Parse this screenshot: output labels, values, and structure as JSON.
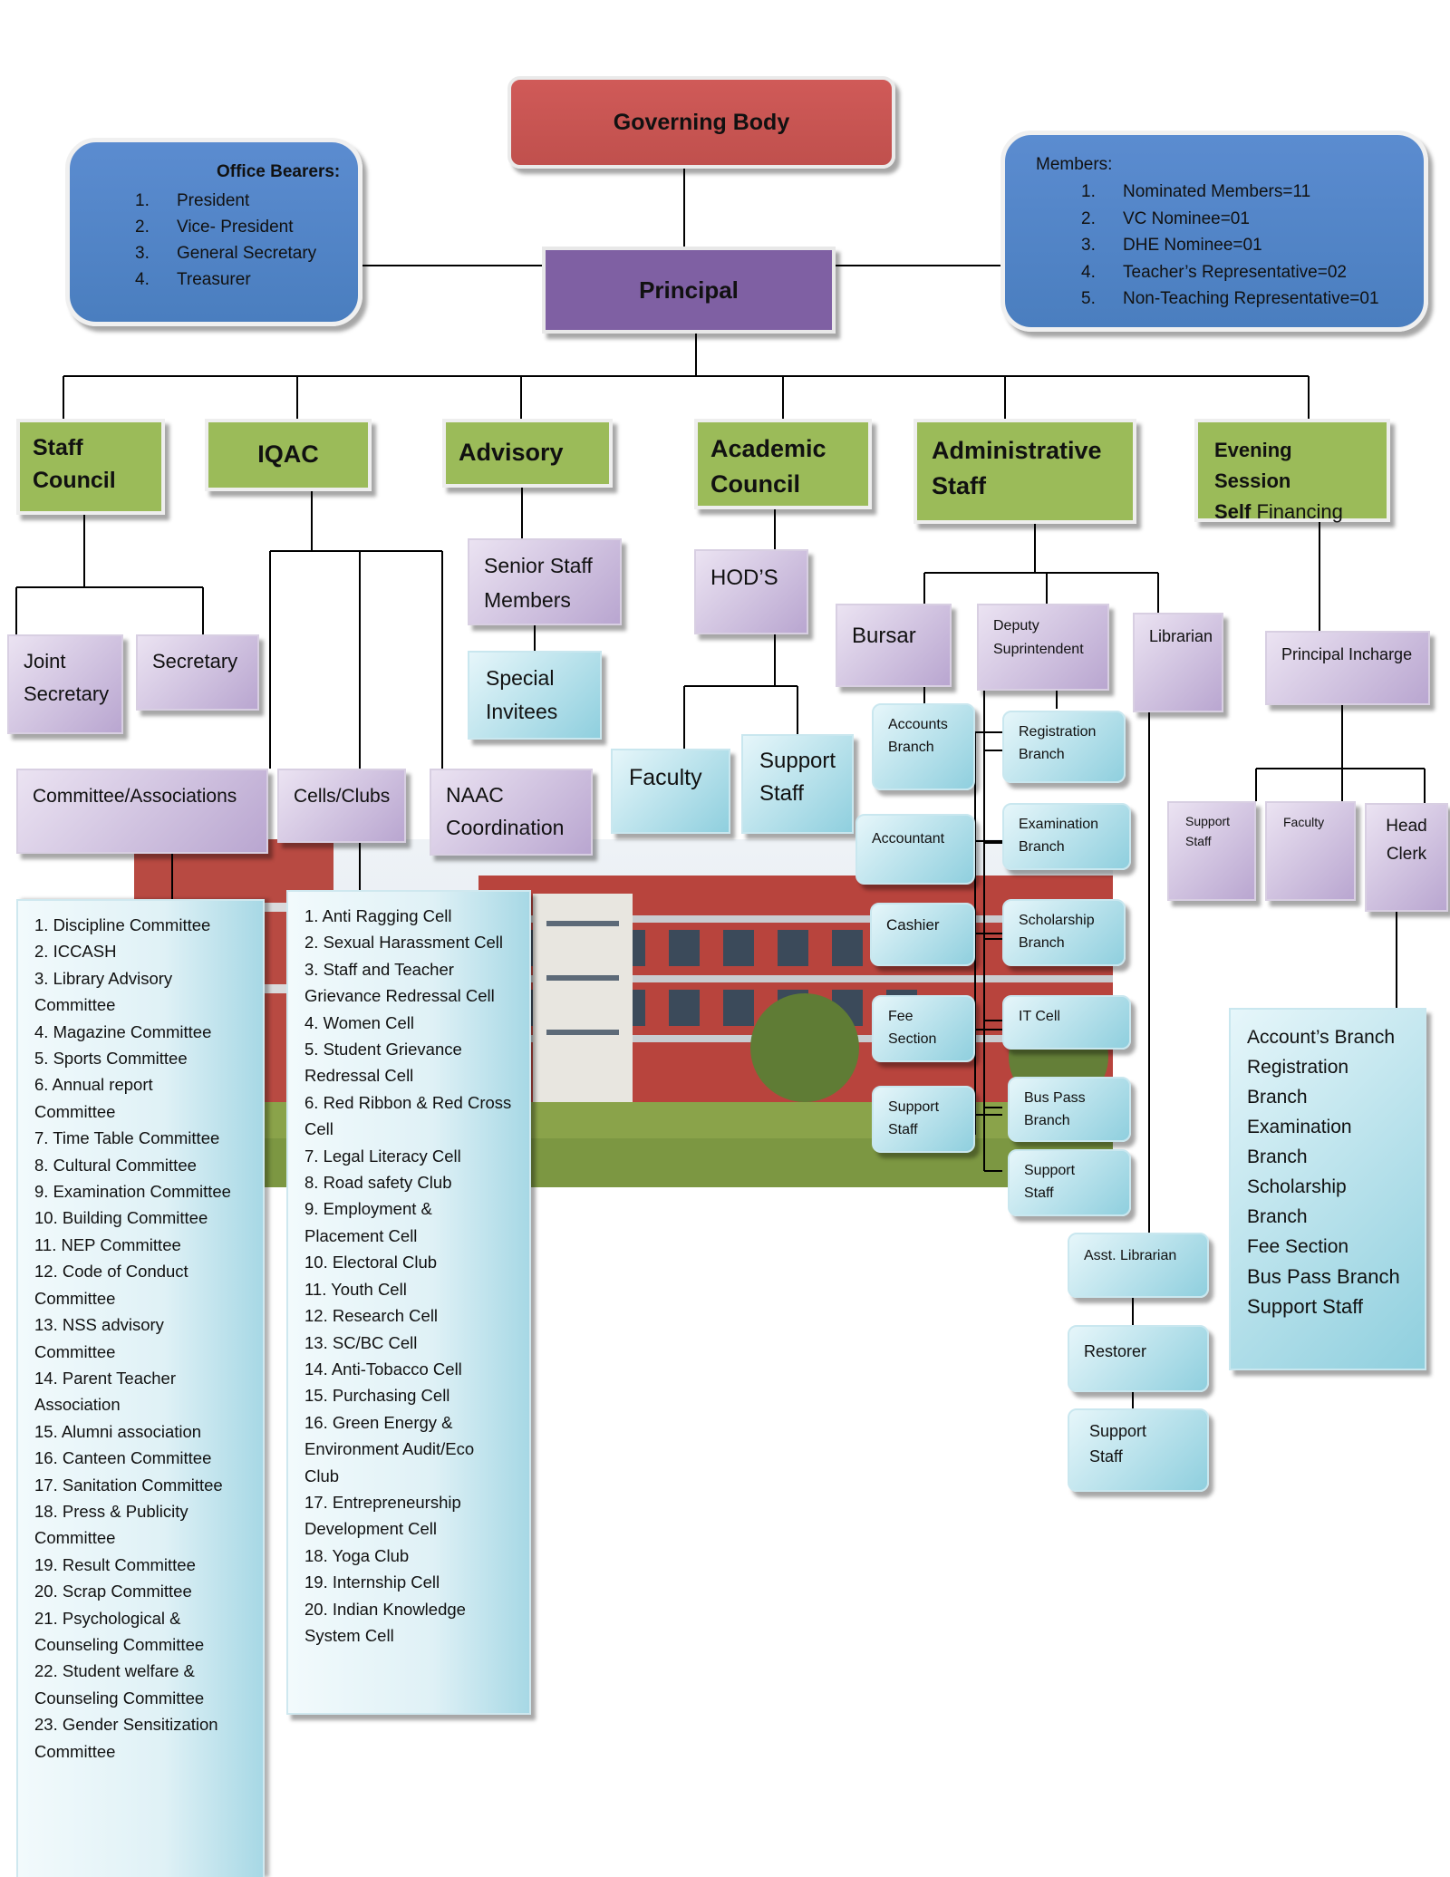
{
  "governing_body": "Governing Body",
  "principal": "Principal",
  "office_bearers": {
    "title": "Office Bearers:",
    "items": [
      {
        "n": "1.",
        "t": "President"
      },
      {
        "n": "2.",
        "t": "Vice- President"
      },
      {
        "n": "3.",
        "t": "General Secretary"
      },
      {
        "n": "4.",
        "t": "Treasurer"
      }
    ]
  },
  "members": {
    "title": "Members:",
    "items": [
      {
        "n": "1.",
        "t": "Nominated Members=11"
      },
      {
        "n": "2.",
        "t": "VC Nominee=01"
      },
      {
        "n": "3.",
        "t": "DHE Nominee=01"
      },
      {
        "n": "4.",
        "t": "Teacher’s Representative=02"
      },
      {
        "n": "5.",
        "t": "Non-Teaching Representative=01"
      }
    ]
  },
  "departments": {
    "staff_council": {
      "line1": "Staff",
      "line2": "Council"
    },
    "iqac": "IQAC",
    "advisory": "Advisory",
    "academic_council": {
      "line1": "Academic",
      "line2": "Council"
    },
    "administrative_staff": {
      "line1": "Administrative",
      "line2": "Staff"
    },
    "evening_session": {
      "line1": "Evening Session",
      "line2a": "Self",
      "line2b": "Financing"
    }
  },
  "staff_council_children": {
    "joint_secretary": {
      "line1": "Joint",
      "line2": "Secretary"
    },
    "secretary": "Secretary"
  },
  "iqac_children": {
    "committees": "Committee/Associations",
    "cells_clubs": "Cells/Clubs",
    "naac": {
      "line1": "NAAC",
      "line2": "Coordination"
    }
  },
  "advisory_children": {
    "senior_staff": {
      "line1": "Senior Staff",
      "line2": "Members"
    },
    "special_invitees": {
      "line1": "Special",
      "line2": "Invitees"
    }
  },
  "academic_children": {
    "hods": "HOD’S",
    "faculty": "Faculty",
    "support_staff": {
      "line1": "Support",
      "line2": "Staff"
    }
  },
  "admin_children": {
    "bursar": "Bursar",
    "deputy": {
      "line1": "Deputy",
      "line2": "Suprintendent"
    },
    "librarian": "Librarian",
    "bursar_units": [
      {
        "line1": "Accounts",
        "line2": "Branch"
      },
      {
        "line1": "Accountant",
        "line2": ""
      },
      {
        "line1": "Cashier",
        "line2": ""
      },
      {
        "line1": "Fee",
        "line2": "Section"
      },
      {
        "line1": "Support",
        "line2": "Staff"
      }
    ],
    "deputy_units": [
      {
        "line1": "Registration",
        "line2": "Branch"
      },
      {
        "line1": "Examination",
        "line2": "Branch"
      },
      {
        "line1": "Scholarship",
        "line2": "Branch"
      },
      {
        "line1": "IT Cell",
        "line2": ""
      },
      {
        "line1": "Bus Pass",
        "line2": "Branch"
      },
      {
        "line1": "Support",
        "line2": "Staff"
      }
    ],
    "library_units": [
      {
        "line1": "Asst. Librarian",
        "line2": ""
      },
      {
        "line1": "Restorer",
        "line2": ""
      },
      {
        "line1": "Support",
        "line2": "Staff"
      }
    ]
  },
  "evening_children": {
    "principal_incharge": "Principal Incharge",
    "support_staff": {
      "line1": "Support",
      "line2": "Staff"
    },
    "faculty": "Faculty",
    "head_clerk": {
      "line1": "Head",
      "line2": "Clerk"
    },
    "branches": [
      "Account’s Branch",
      "Registration",
      "Branch",
      "Examination",
      "Branch",
      "Scholarship",
      "Branch",
      "Fee Section",
      "Bus Pass Branch",
      "Support Staff"
    ]
  },
  "committee_list": [
    "1. Discipline Committee",
    "2. ICCASH",
    "3. Library Advisory",
    "Committee",
    "4. Magazine Committee",
    "5. Sports Committee",
    "6. Annual report",
    "Committee",
    "7. Time Table Committee",
    "8. Cultural Committee",
    "9. Examination Committee",
    "10. Building Committee",
    "11. NEP Committee",
    "12. Code of Conduct",
    "Committee",
    "13. NSS advisory",
    "Committee",
    "14. Parent Teacher",
    "Association",
    "15. Alumni association",
    "16. Canteen Committee",
    "17. Sanitation Committee",
    "18. Press & Publicity",
    "Committee",
    "19. Result Committee",
    "20. Scrap Committee",
    "21. Psychological &",
    "Counseling Committee",
    "22. Student welfare &",
    "Counseling Committee",
    "23. Gender Sensitization",
    "Committee"
  ],
  "cells_list": [
    "1. Anti Ragging Cell",
    "2. Sexual Harassment Cell",
    "3. Staff and Teacher",
    "Grievance Redressal Cell",
    "4. Women Cell",
    "5. Student Grievance",
    "Redressal Cell",
    "6. Red Ribbon & Red Cross",
    "Cell",
    "7. Legal Literacy Cell",
    "8. Road safety Club",
    "9. Employment &",
    "Placement Cell",
    "10. Electoral Club",
    "11. Youth Cell",
    "12. Research Cell",
    "13. SC/BC Cell",
    "14. Anti-Tobacco Cell",
    "15. Purchasing Cell",
    "16. Green Energy &",
    "Environment Audit/Eco",
    "Club",
    "17. Entrepreneurship",
    "Development Cell",
    "18. Yoga Club",
    "19. Internship Cell",
    "20. Indian Knowledge",
    "System Cell"
  ]
}
